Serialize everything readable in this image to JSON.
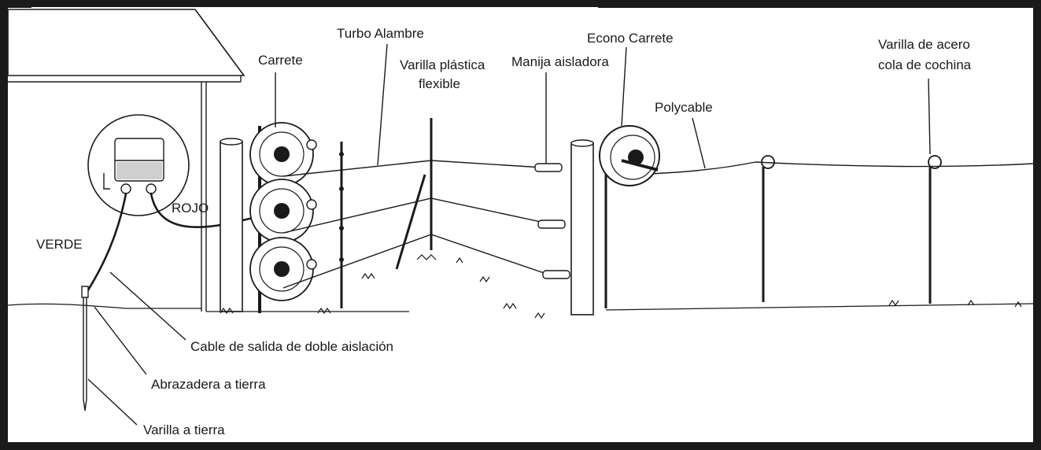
{
  "labels": {
    "carrete": "Carrete",
    "turbo_alambre": "Turbo Alambre",
    "varilla_plastica_1": "Varilla plástica",
    "varilla_plastica_2": "flexible",
    "manija": "Manija aisladora",
    "econo_carrete": "Econo Carrete",
    "polycable": "Polycable",
    "varilla_acero_1": "Varilla de acero",
    "varilla_acero_2": "cola de cochina",
    "rojo": "ROJO",
    "verde": "VERDE",
    "cable_salida": "Cable de salida de doble aislación",
    "abrazadera": "Abrazadera a tierra",
    "varilla_tierra": "Varilla a tierra"
  },
  "colors": {
    "line": "#1a1a1a",
    "background": "#ffffff",
    "frame": "#1a1a1a"
  }
}
